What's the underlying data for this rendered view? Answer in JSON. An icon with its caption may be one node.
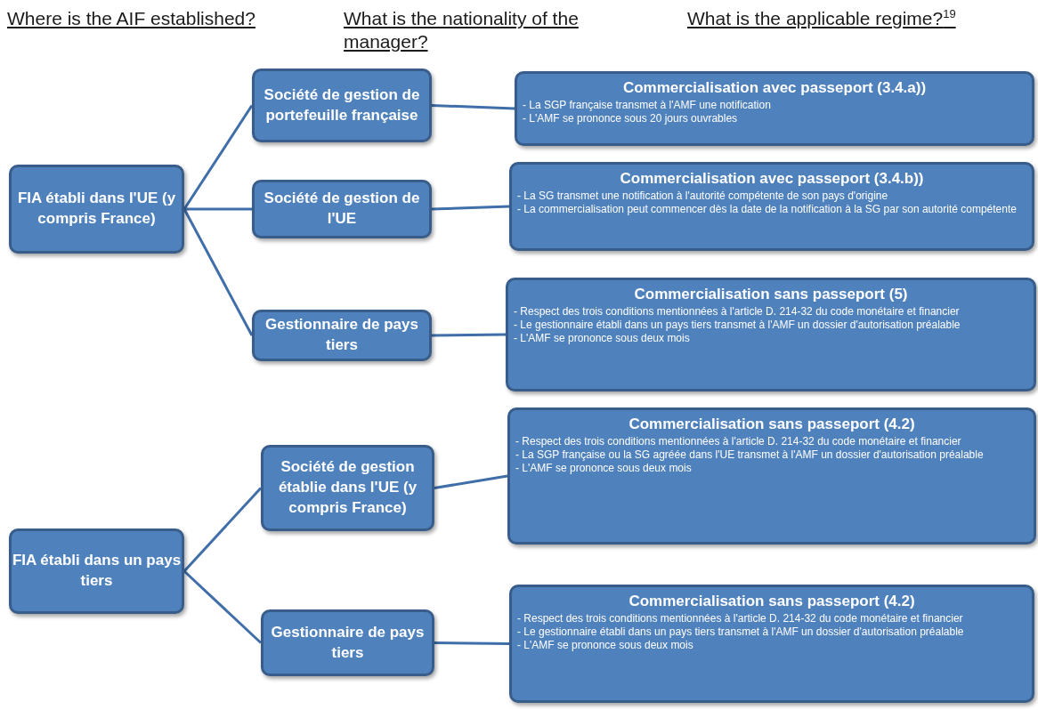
{
  "diagram": {
    "nodes": [
      {
        "text": [
          "FIA établi dans l'UE (y compris France)"
        ]
      },
      {
        "text": [
          "Société de gestion de portefeuille française"
        ]
      },
      {
        "text": [
          "Société de gestion de l'UE"
        ]
      },
      {
        "text": [
          "Gestionnaire de pays tiers"
        ]
      },
      {
        "text": [
          "Commercialisation avec passeport (3.4.a))",
          "- La SGP française transmet à l'AMF une notification",
          "- L'AMF se prononce sous 20 jours ouvrables"
        ]
      },
      {
        "text": [
          "Commercialisation avec passeport (3.4.b))",
          "- La SG transmet une notification à l'autorité compétente de son pays d'origine",
          "- La commercialisation peut commencer dès la date de la notification à la SG par son autorité compétente"
        ]
      },
      {
        "text": [
          "Commercialisation sans passeport (5)",
          "- Respect des trois conditions mentionnées à l'article D. 214-32 du code monétaire et financier",
          "- Le gestionnaire établi dans un pays tiers transmet à l'AMF un dossier d'autorisation préalable",
          "- L'AMF se prononce sous deux mois"
        ]
      },
      {
        "text": [
          "FIA établi dans un pays tiers"
        ]
      },
      {
        "text": [
          "Société de gestion établie dans l'UE (y compris France)"
        ]
      },
      {
        "text": [
          "Gestionnaire de pays tiers"
        ]
      },
      {
        "text": [
          "Commercialisation sans passeport (4.2)",
          "- Respect des trois conditions mentionnées à l'article D. 214-32 du code monétaire et financier",
          "- La SGP française ou la SG agréée dans l'UE transmet à l'AMF un dossier d'autorisation préalable",
          "- L'AMF se prononce sous deux mois"
        ]
      },
      {
        "text": [
          "Commercialisation sans passeport (4.2)",
          "- Respect des trois conditions mentionnées à l'article D. 214-32 du code monétaire et financier",
          "- Le gestionnaire établi dans un pays tiers transmet à l'AMF un dossier d'autorisation préalable",
          "- L'AMF se prononce sous deux mois"
        ]
      }
    ],
    "edges": [
      {
        "from": 0,
        "to": 1,
        "arrow": "none"
      },
      {
        "from": 0,
        "to": 2,
        "arrow": "none"
      },
      {
        "from": 0,
        "to": 3,
        "arrow": "none"
      },
      {
        "from": 1,
        "to": 4,
        "arrow": "none"
      },
      {
        "from": 2,
        "to": 5,
        "arrow": "none"
      },
      {
        "from": 3,
        "to": 6,
        "arrow": "none"
      },
      {
        "from": 7,
        "to": 8,
        "arrow": "none"
      },
      {
        "from": 7,
        "to": 9,
        "arrow": "none"
      },
      {
        "from": 8,
        "to": 10,
        "arrow": "none"
      },
      {
        "from": 9,
        "to": 11,
        "arrow": "none"
      }
    ],
    "labels": [
      "Where is the AIF established?",
      "What is the nationality of the manager?",
      "What is the applicable regime?$^{19}$"
    ]
  }
}
